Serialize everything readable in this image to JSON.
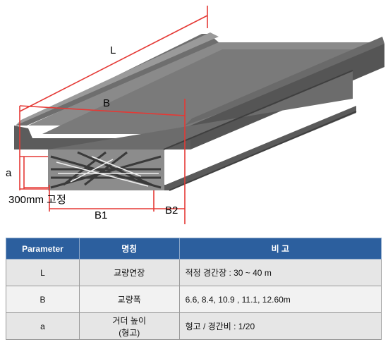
{
  "figure": {
    "dim_L": "L",
    "dim_B": "B",
    "dim_a": "a",
    "dim_B1": "B1",
    "dim_B2": "B2",
    "fixed_note": "300mm 고정",
    "colors": {
      "steel": "#7d7d7d",
      "steel_dark": "#4f4f4f",
      "steel_light": "#a8a8a8",
      "dimension": "#e53935"
    }
  },
  "table": {
    "headers": [
      "Parameter",
      "명칭",
      "비 고"
    ],
    "rows": [
      {
        "param": "L",
        "name": "교량연장",
        "note": "적정 경간장 : 30 ~ 40 m"
      },
      {
        "param": "B",
        "name": "교량폭",
        "note": "6.6, 8.4, 10.9 , 11.1, 12.60m"
      },
      {
        "param": "a",
        "name": "거더 높이\n(형고)",
        "note": "형고 / 경간비 : 1/20"
      }
    ],
    "colors": {
      "header_bg": "#2c5f9e",
      "header_text": "#ffffff",
      "cell_bg": "#e6e6e6"
    }
  }
}
